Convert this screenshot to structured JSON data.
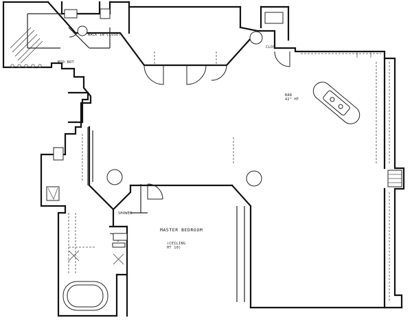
{
  "labels": {
    "master_bedroom": "MASTER BEDROOM",
    "master_bedroom_note": "(CEILING\nHT 10)",
    "bar": "BAR\n42\" HT",
    "closet": "CLOS.",
    "mid_bot": "MID BOT",
    "walk_in_closet": "WALK IN CLOSET",
    "shower": "SHOWER"
  },
  "colors": {
    "line": "#111111",
    "paper": "#ffffff"
  }
}
